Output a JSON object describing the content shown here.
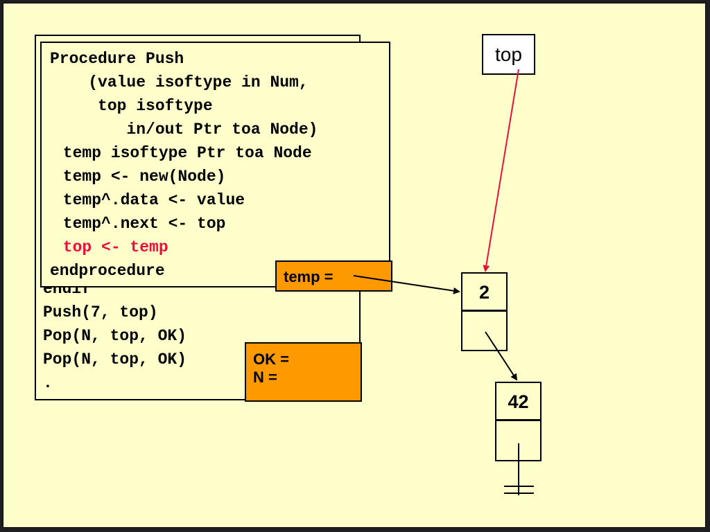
{
  "back_code": {
    "lines": [
      "endif",
      "Push(7, top)",
      "Pop(N, top, OK)",
      "Pop(N, top, OK)",
      "."
    ]
  },
  "front_code": {
    "lines": [
      "Procedure Push",
      "    (value isoftype in Num,",
      "     top isoftype",
      "        in/out Ptr toa Node)",
      " temp isoftype Ptr toa Node",
      " temp <- new(Node)",
      " temp^.data <- value",
      " temp^.next <- top",
      " top <- temp",
      "endprocedure"
    ],
    "highlight_color": "#e8103a"
  },
  "temp_box": {
    "label": "temp ="
  },
  "ok_n_box": {
    "ok_label": "OK =",
    "n_label": "N ="
  },
  "top_pointer": {
    "label": "top",
    "arrow_color": "#e8103a"
  },
  "nodes": [
    {
      "value": "2"
    },
    {
      "value": "42"
    }
  ],
  "colors": {
    "slide_background": "#ffffcc",
    "variable_box": "#ff9900"
  }
}
